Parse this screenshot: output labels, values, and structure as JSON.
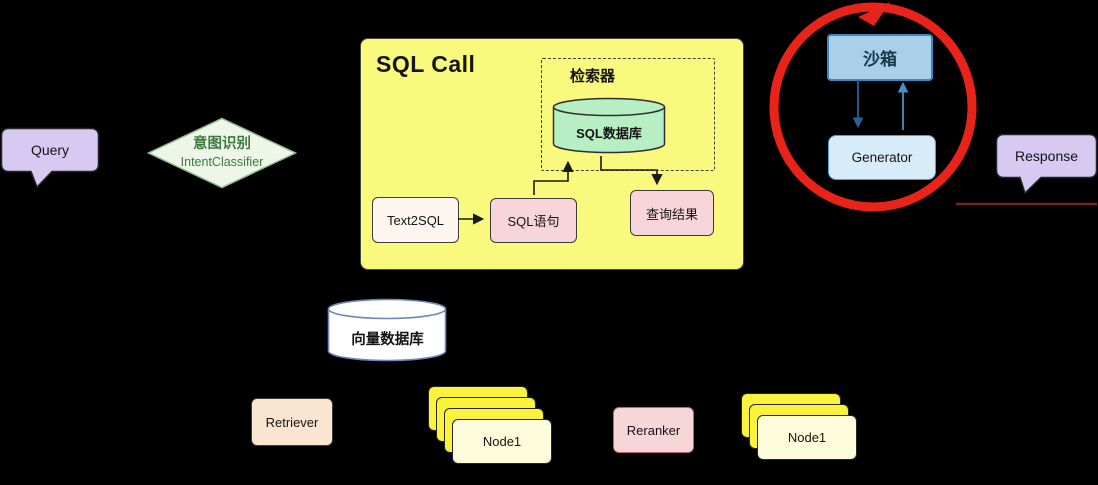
{
  "diagram": {
    "background": "#000000",
    "nodes": {
      "query": {
        "label": "Query",
        "shape": "speech-bubble",
        "fill": "#d7c9f1"
      },
      "intent_classifier": {
        "label_cn": "意图识别",
        "label_en": "IntentClassifier",
        "shape": "diamond",
        "fill": "#eef6ea"
      },
      "sql_call_group": {
        "title": "SQL Call",
        "fill": "#f9f97d"
      },
      "retriever_group": {
        "label": "检索器",
        "style": "dashed-box"
      },
      "sql_database": {
        "label": "SQL数据库",
        "shape": "cylinder",
        "fill": "#b7eec3"
      },
      "text2sql": {
        "label": "Text2SQL",
        "fill": "#fdf6ee"
      },
      "sql_statement": {
        "label": "SQL语句",
        "fill": "#f8d5da"
      },
      "query_result": {
        "label": "查询结果",
        "fill": "#f8d5da"
      },
      "sandbox": {
        "label": "沙箱",
        "fill": "#a9cfe9"
      },
      "generator": {
        "label": "Generator",
        "fill": "#d8ebf9"
      },
      "response": {
        "label": "Response",
        "shape": "speech-bubble",
        "fill": "#d7c9f1"
      },
      "vector_database": {
        "label": "向量数据库",
        "shape": "cylinder",
        "fill": "#ffffff"
      },
      "retriever": {
        "label": "Retriever",
        "fill": "#fae5d0"
      },
      "node_stack_left": {
        "label": "Node1",
        "cards": 4,
        "fill_front": "#fdfcda",
        "fill_back": "#fbf23b"
      },
      "reranker": {
        "label": "Reranker",
        "fill": "#f6d6d6"
      },
      "node_stack_right": {
        "label": "Node1",
        "cards": 3,
        "fill_front": "#fdfcda",
        "fill_back": "#fbf23b"
      }
    },
    "edges": [
      {
        "from": "text2sql",
        "to": "sql_statement"
      },
      {
        "from": "sql_statement",
        "to": "sql_database"
      },
      {
        "from": "sql_database",
        "to": "query_result"
      },
      {
        "from": "sandbox",
        "to": "generator"
      },
      {
        "from": "generator",
        "to": "sandbox"
      }
    ],
    "annotation": {
      "type": "circle-highlight",
      "around": [
        "沙箱",
        "Generator"
      ],
      "color": "#e8231a"
    },
    "colors": {
      "annotation_red": "#e8231a",
      "arrow_blue": "#4a90c4",
      "arrow_dark_blue": "#2a6099",
      "arrow_black": "#1a1a1a",
      "dark_red_line": "#78241e"
    }
  }
}
